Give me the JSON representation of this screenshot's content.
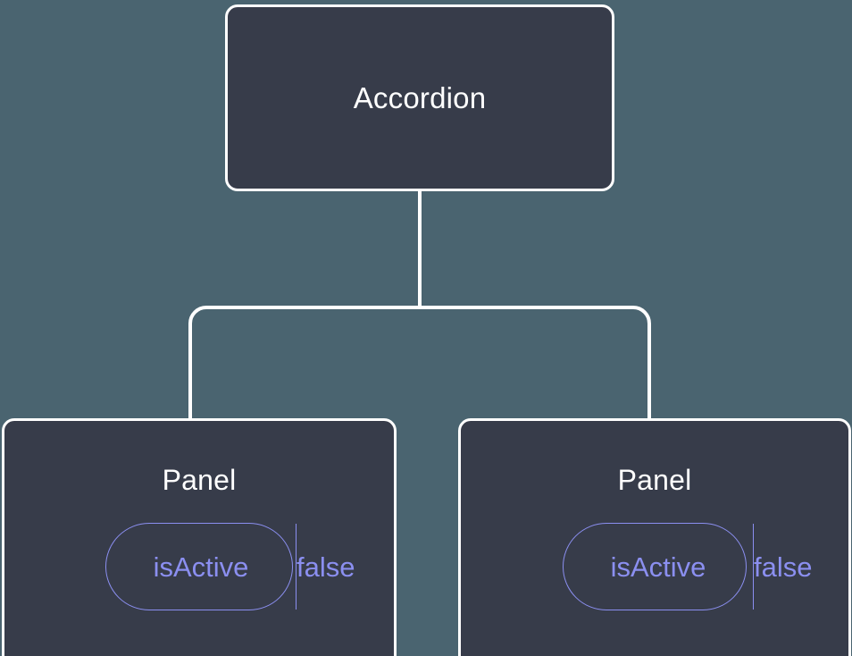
{
  "canvas": {
    "background_color": "#4a6470",
    "node_fill_color": "#373c4a",
    "node_border_color": "#ffffff",
    "edge_color": "#ffffff",
    "accent_color": "#8b8ff0"
  },
  "tree": {
    "root": {
      "title": "Accordion"
    },
    "children": [
      {
        "title": "Panel",
        "state": {
          "key": "isActive",
          "value": "false"
        }
      },
      {
        "title": "Panel",
        "state": {
          "key": "isActive",
          "value": "false"
        }
      }
    ]
  }
}
